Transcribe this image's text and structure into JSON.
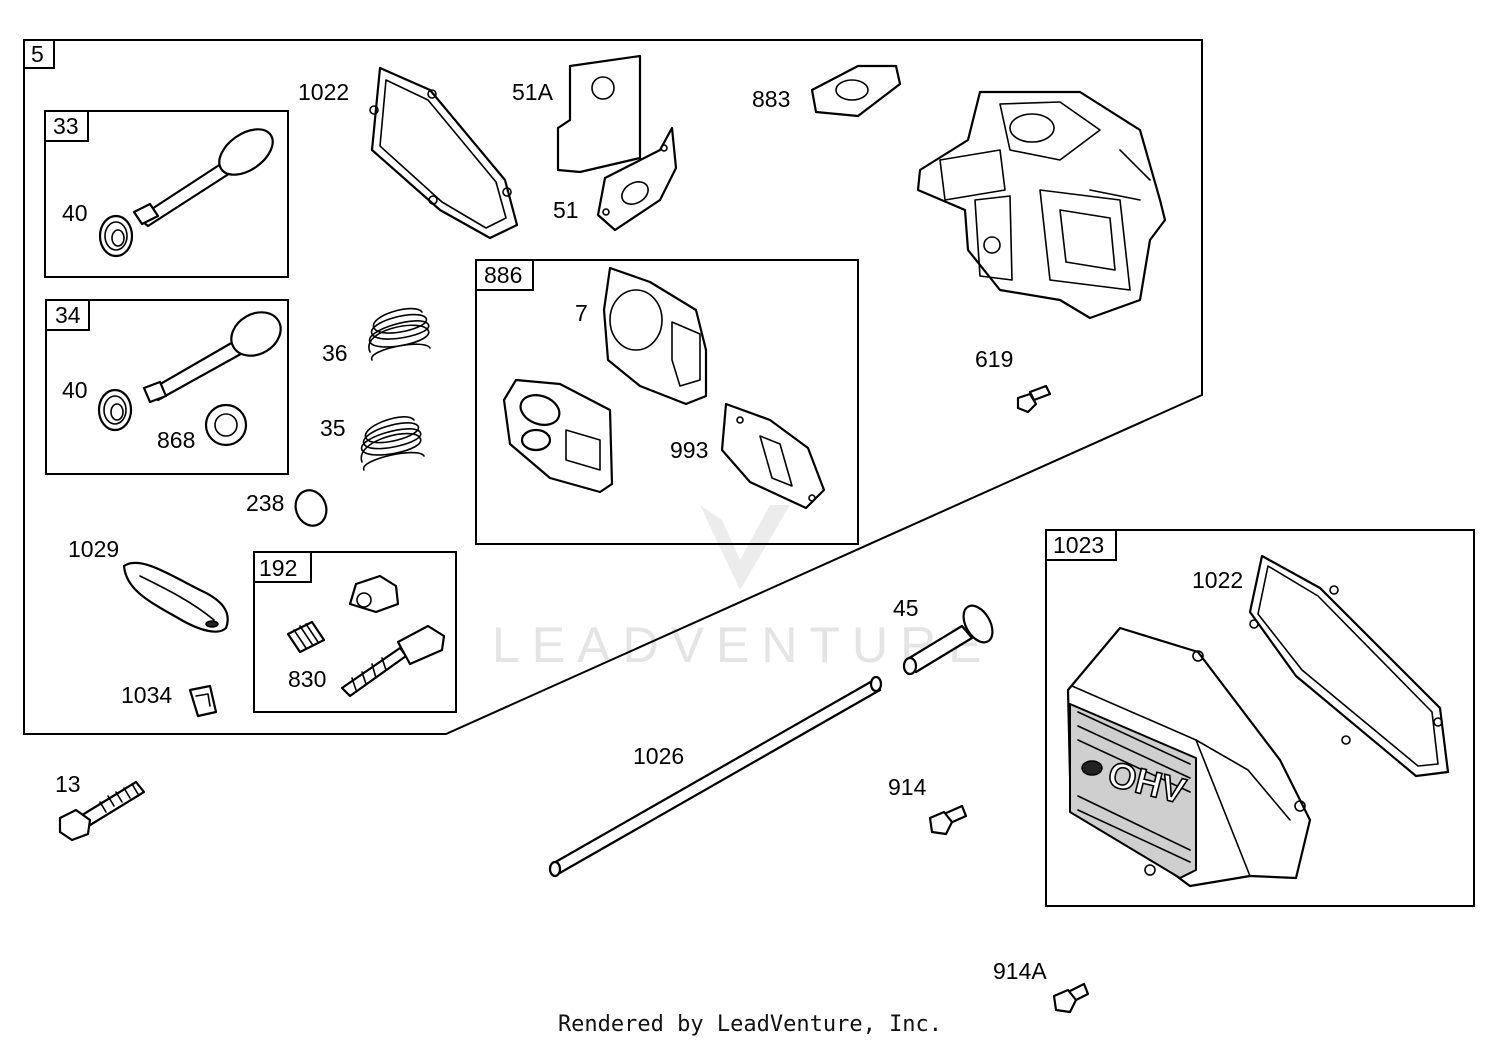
{
  "watermark": {
    "text": "LEADVENTURE"
  },
  "footer": {
    "text": "Rendered by LeadVenture, Inc."
  },
  "boxes": {
    "kit_5": "5",
    "kit_33": "33",
    "kit_34": "34",
    "kit_886": "886",
    "kit_192": "192",
    "kit_1023": "1023"
  },
  "callouts": {
    "p1022a": "1022",
    "p51a": "51A",
    "p883": "883",
    "p51": "51",
    "p40a": "40",
    "p40b": "40",
    "p868": "868",
    "p36": "36",
    "p35": "35",
    "p7": "7",
    "p993": "993",
    "p619": "619",
    "p238": "238",
    "p1029": "1029",
    "p1034": "1034",
    "p830": "830",
    "p45": "45",
    "p1022b": "1022",
    "p1026": "1026",
    "p13": "13",
    "p914": "914",
    "p914a": "914A"
  },
  "cover_emblem": {
    "text": "OHV"
  }
}
